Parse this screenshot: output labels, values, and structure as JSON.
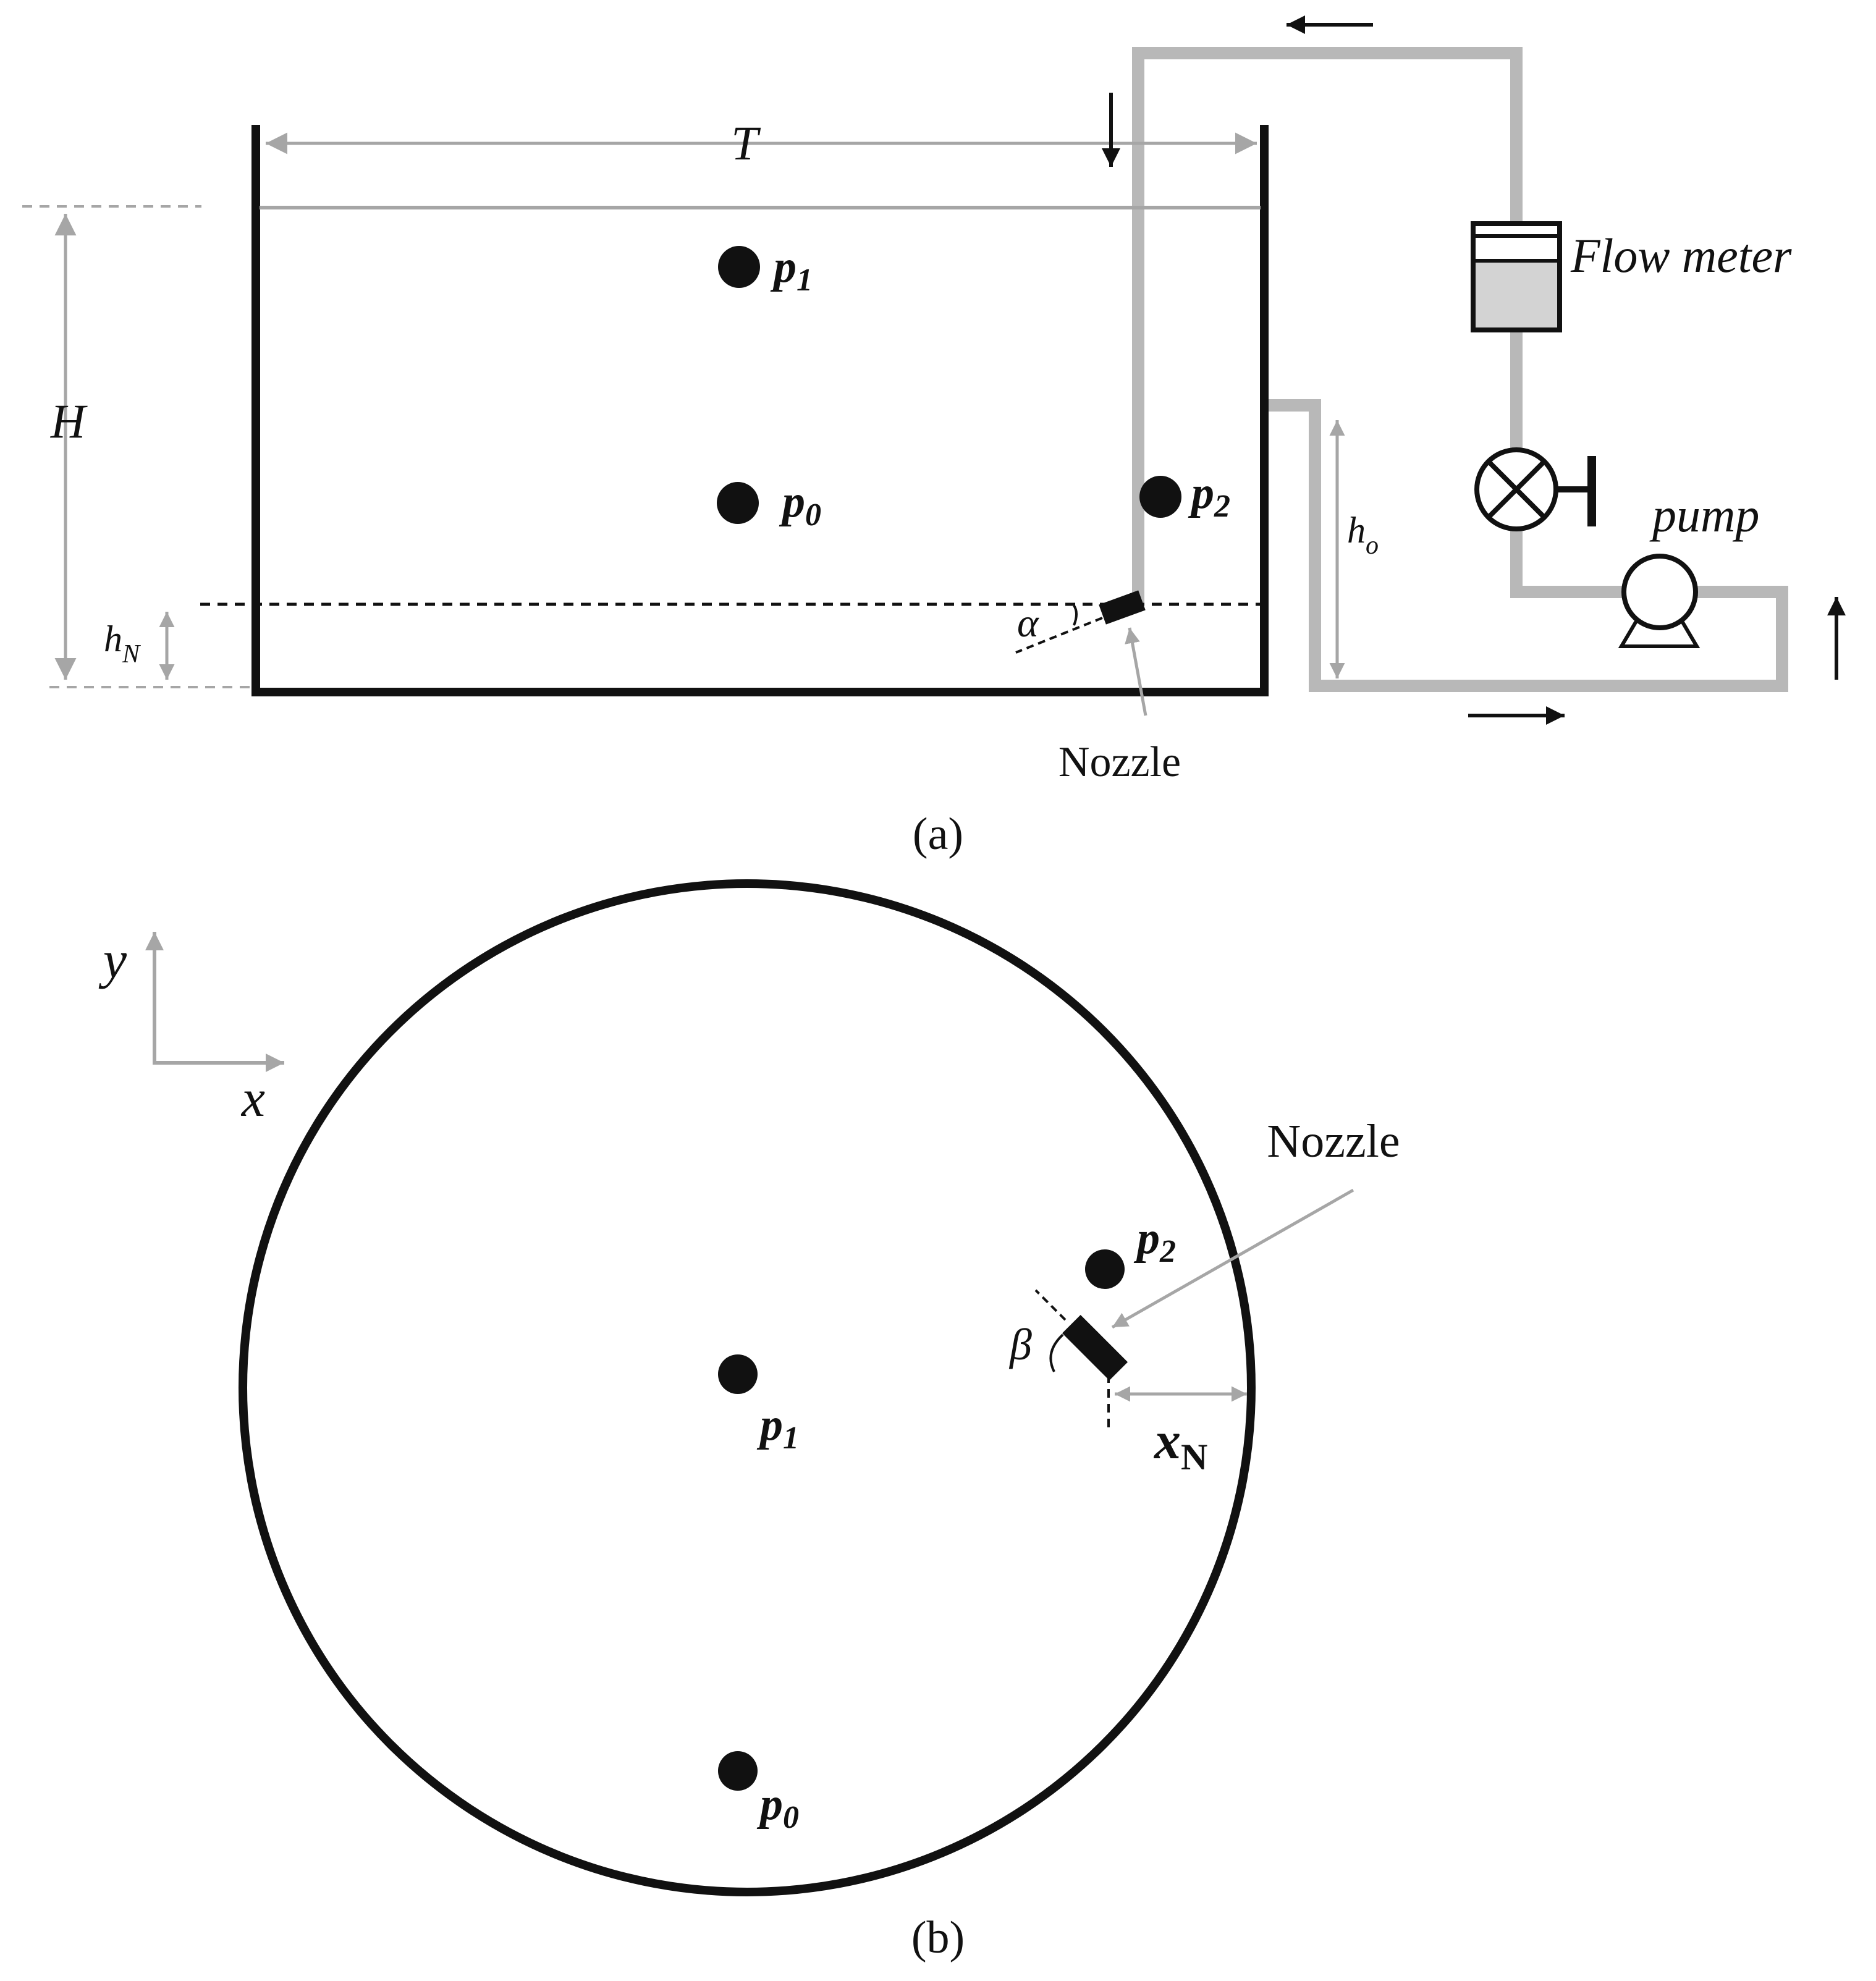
{
  "panel_a": {
    "caption": "(a)",
    "labels": {
      "T": "T",
      "H": "H",
      "hN_base": "h",
      "hN_sub": "N",
      "ho_base": "h",
      "ho_sub": "o",
      "alpha": "α",
      "p1_base": "p",
      "p1_sub": "1",
      "p0_base": "p",
      "p0_sub": "0",
      "p2_base": "p",
      "p2_sub": "2",
      "flow_meter": "Flow meter",
      "pump": "pump",
      "nozzle": "Nozzle"
    }
  },
  "panel_b": {
    "caption": "(b)",
    "labels": {
      "y_axis": "y",
      "x_axis": "x",
      "nozzle": "Nozzle",
      "p2_base": "p",
      "p2_sub": "2",
      "p1_base": "p",
      "p1_sub": "1",
      "p0_base": "p",
      "p0_sub": "0",
      "beta": "β",
      "xN_base": "x",
      "xN_sub": "N"
    }
  },
  "colors": {
    "outline": "#111111",
    "pipe": "#b8b8b8",
    "dimension": "#a6a6a6",
    "meter_fill": "#d3d3d3"
  }
}
